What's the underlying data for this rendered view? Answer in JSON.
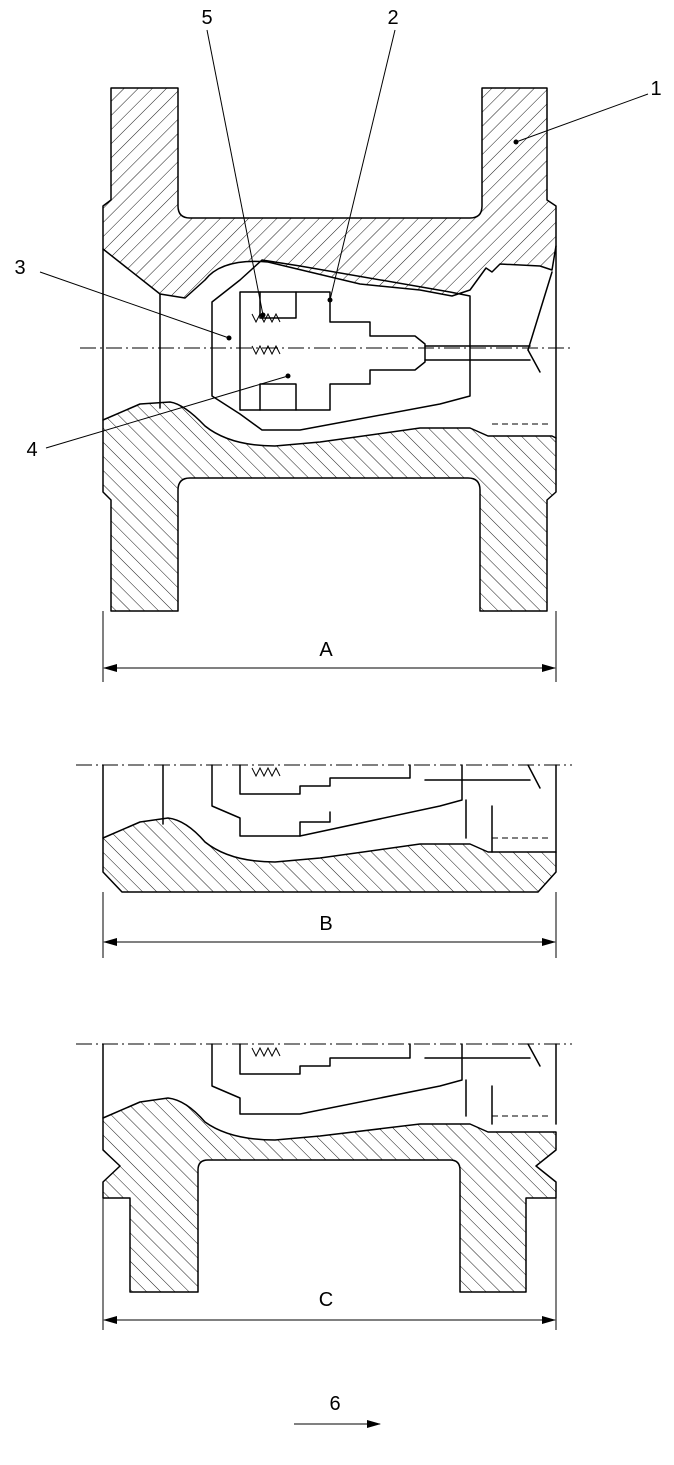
{
  "callouts": {
    "body": "1",
    "disc": "2",
    "seat": "3",
    "guide": "4",
    "spring": "5",
    "flow": "6"
  },
  "dimensions": {
    "flanged": "A",
    "wafer": "B",
    "lug": "C"
  }
}
